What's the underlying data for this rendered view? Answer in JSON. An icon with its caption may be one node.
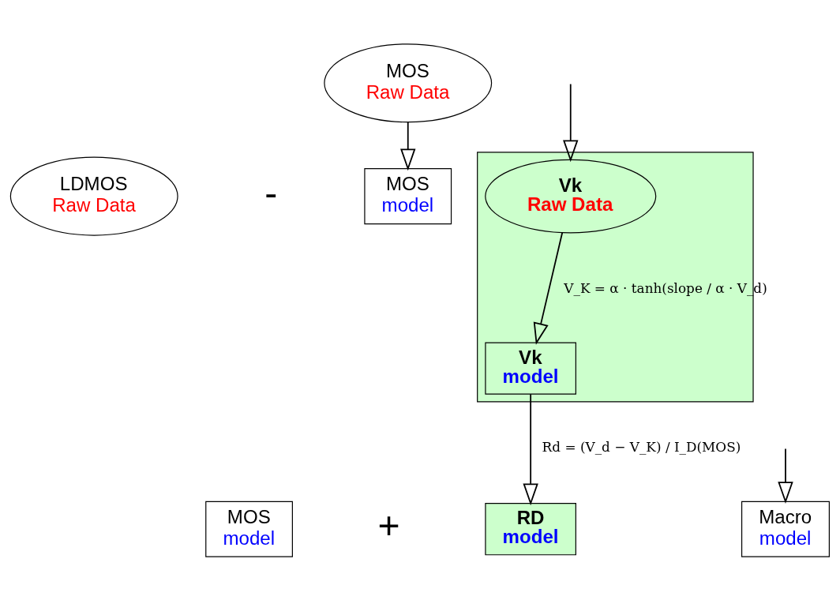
{
  "diagram": {
    "nodes": [
      {
        "text": [
          "MOS",
          "Raw Data"
        ]
      },
      {
        "text": [
          "LDMOS",
          "Raw Data"
        ]
      },
      {
        "text": [
          "MOS",
          "model"
        ]
      },
      {
        "text": [],
        "shape": "box"
      },
      {
        "text": [
          "Vk",
          "Raw Data"
        ],
        "in": 3
      },
      {
        "text": [
          "Vk",
          "model"
        ],
        "in": 3
      },
      {
        "text": [
          "MOS",
          "model"
        ]
      },
      {
        "text": [
          "RD",
          "model"
        ]
      },
      {
        "text": [
          "Macro",
          "model"
        ]
      }
    ],
    "edges": [
      {
        "from": 0,
        "to": 2,
        "arrow": "to"
      },
      {
        "from": null,
        "to": 4,
        "arrow": "to"
      },
      {
        "from": 4,
        "to": 5,
        "arrow": "to",
        "label": "V_K = α · tanh(slope / α · V_d)"
      },
      {
        "from": 5,
        "to": 7,
        "arrow": "to",
        "label": "Rd = (V_d − V_K) / I_D(MOS)"
      },
      {
        "from": null,
        "to": 8,
        "arrow": "to"
      }
    ],
    "labels": [
      "-",
      "+"
    ]
  }
}
